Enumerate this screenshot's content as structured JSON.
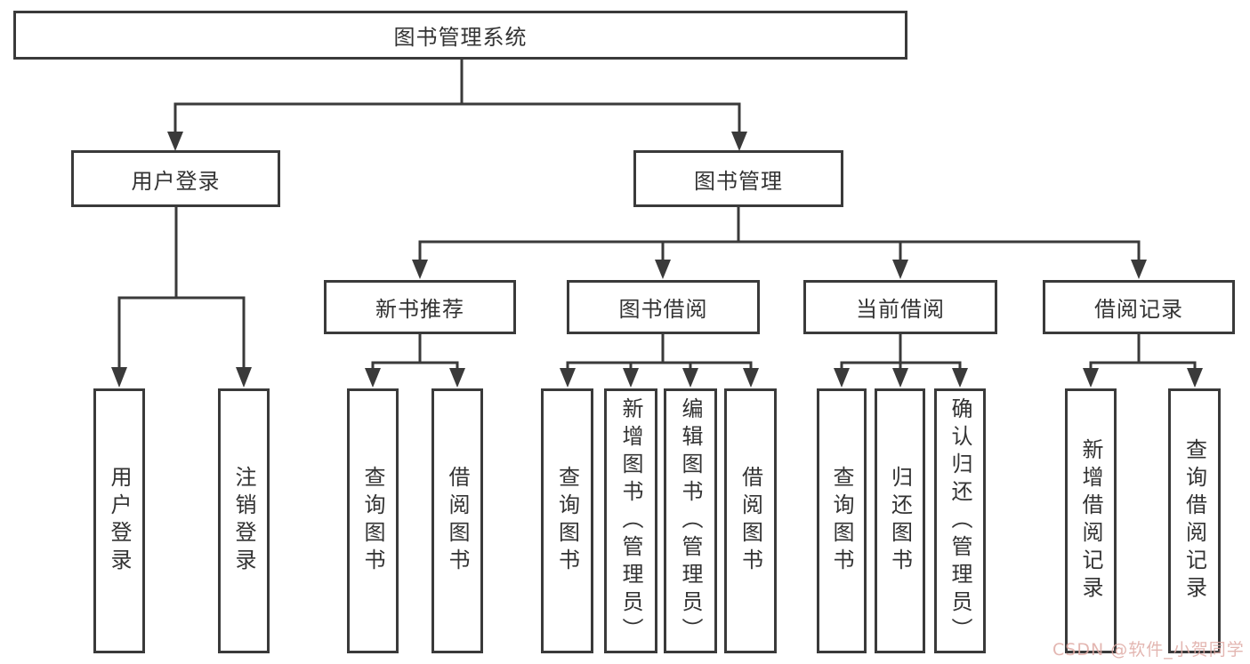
{
  "diagram": {
    "root": "图书管理系统",
    "branches": {
      "user_login": "用户登录",
      "book_mgmt": "图书管理"
    },
    "modules": {
      "new_books": "新书推荐",
      "book_borrow": "图书借阅",
      "current_borrow": "当前借阅",
      "borrow_records": "借阅记录"
    },
    "leaves": {
      "user_login": [
        "用户登录",
        "注销登录"
      ],
      "new_books": [
        "查询图书",
        "借阅图书"
      ],
      "book_borrow": [
        "查询图书",
        "新增图书（管理员）",
        "编辑图书（管理员）",
        "借阅图书"
      ],
      "current_borrow": [
        "查询图书",
        "归还图书",
        "确认归还（管理员）"
      ],
      "borrow_records": [
        "新增借阅记录",
        "查询借阅记录"
      ]
    }
  },
  "watermark": "CSDN @软件_小贺同学",
  "colors": {
    "line": "#3a3a3a",
    "text": "#333333",
    "background": "#ffffff",
    "watermark": "#dfaaa4"
  }
}
